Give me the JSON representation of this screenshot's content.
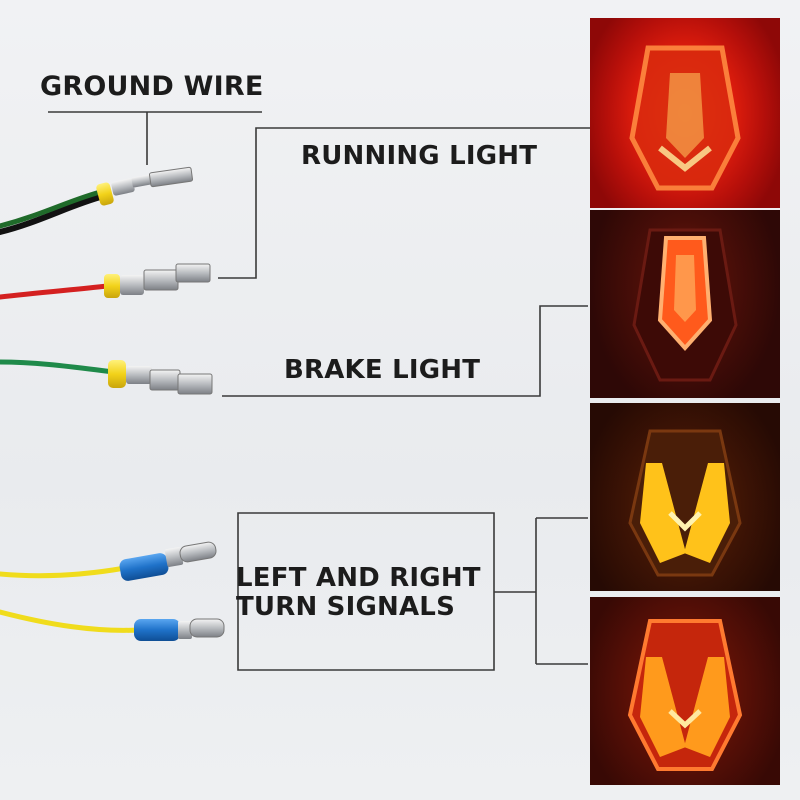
{
  "labels": {
    "ground_wire": "GROUND WIRE",
    "running_light": "RUNNING LIGHT",
    "brake_light": "BRAKE LIGHT",
    "turn_signals_line1": "LEFT AND RIGHT",
    "turn_signals_line2": "TURN SIGNALS"
  },
  "wires": [
    {
      "name": "ground",
      "color": "#1f6b2a",
      "accent": "#111111"
    },
    {
      "name": "running",
      "color": "#d42020"
    },
    {
      "name": "brake",
      "color": "#1f8a4a"
    },
    {
      "name": "turn-left",
      "color": "#f0dc1c"
    },
    {
      "name": "turn-right",
      "color": "#f0dc1c"
    }
  ],
  "panels": [
    {
      "name": "running",
      "glow": "#ff3a10"
    },
    {
      "name": "brake",
      "glow": "#ff4a18"
    },
    {
      "name": "turn-amber",
      "glow": "#ffb020"
    },
    {
      "name": "turn-mixed",
      "glow": "#ff7a18"
    }
  ],
  "colors": {
    "line": "#3a3a3a",
    "seal_yellow": "#f2d21a",
    "seal_blue": "#1f72c9"
  }
}
